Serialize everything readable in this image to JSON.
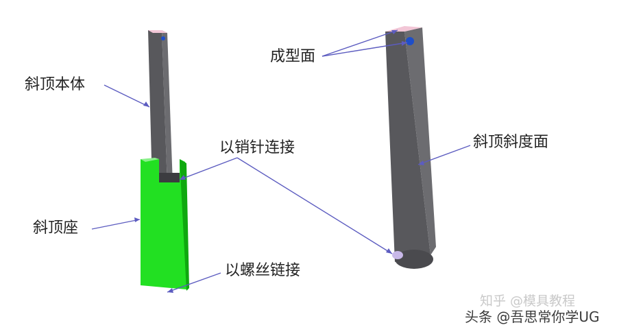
{
  "labels": {
    "slider_body": "斜顶本体",
    "pin_connection": "以销针连接",
    "slider_seat": "斜顶座",
    "screw_connection": "以螺丝链接",
    "molding_face": "成型面",
    "slider_angle_face": "斜顶斜度面"
  },
  "watermark": {
    "line1": "知乎 @模具教程",
    "line2": "头条 @吾思常你学UG"
  },
  "colors": {
    "steel_front": "#58585c",
    "steel_side": "#6c6c70",
    "steel_dark": "#3c3c40",
    "molding_face": "#f2c6d6",
    "seat_green": "#22e022",
    "seat_green_dark": "#0fa80f",
    "leader_line": "#5c5cc0",
    "marker_blue": "#1e4ec8"
  }
}
